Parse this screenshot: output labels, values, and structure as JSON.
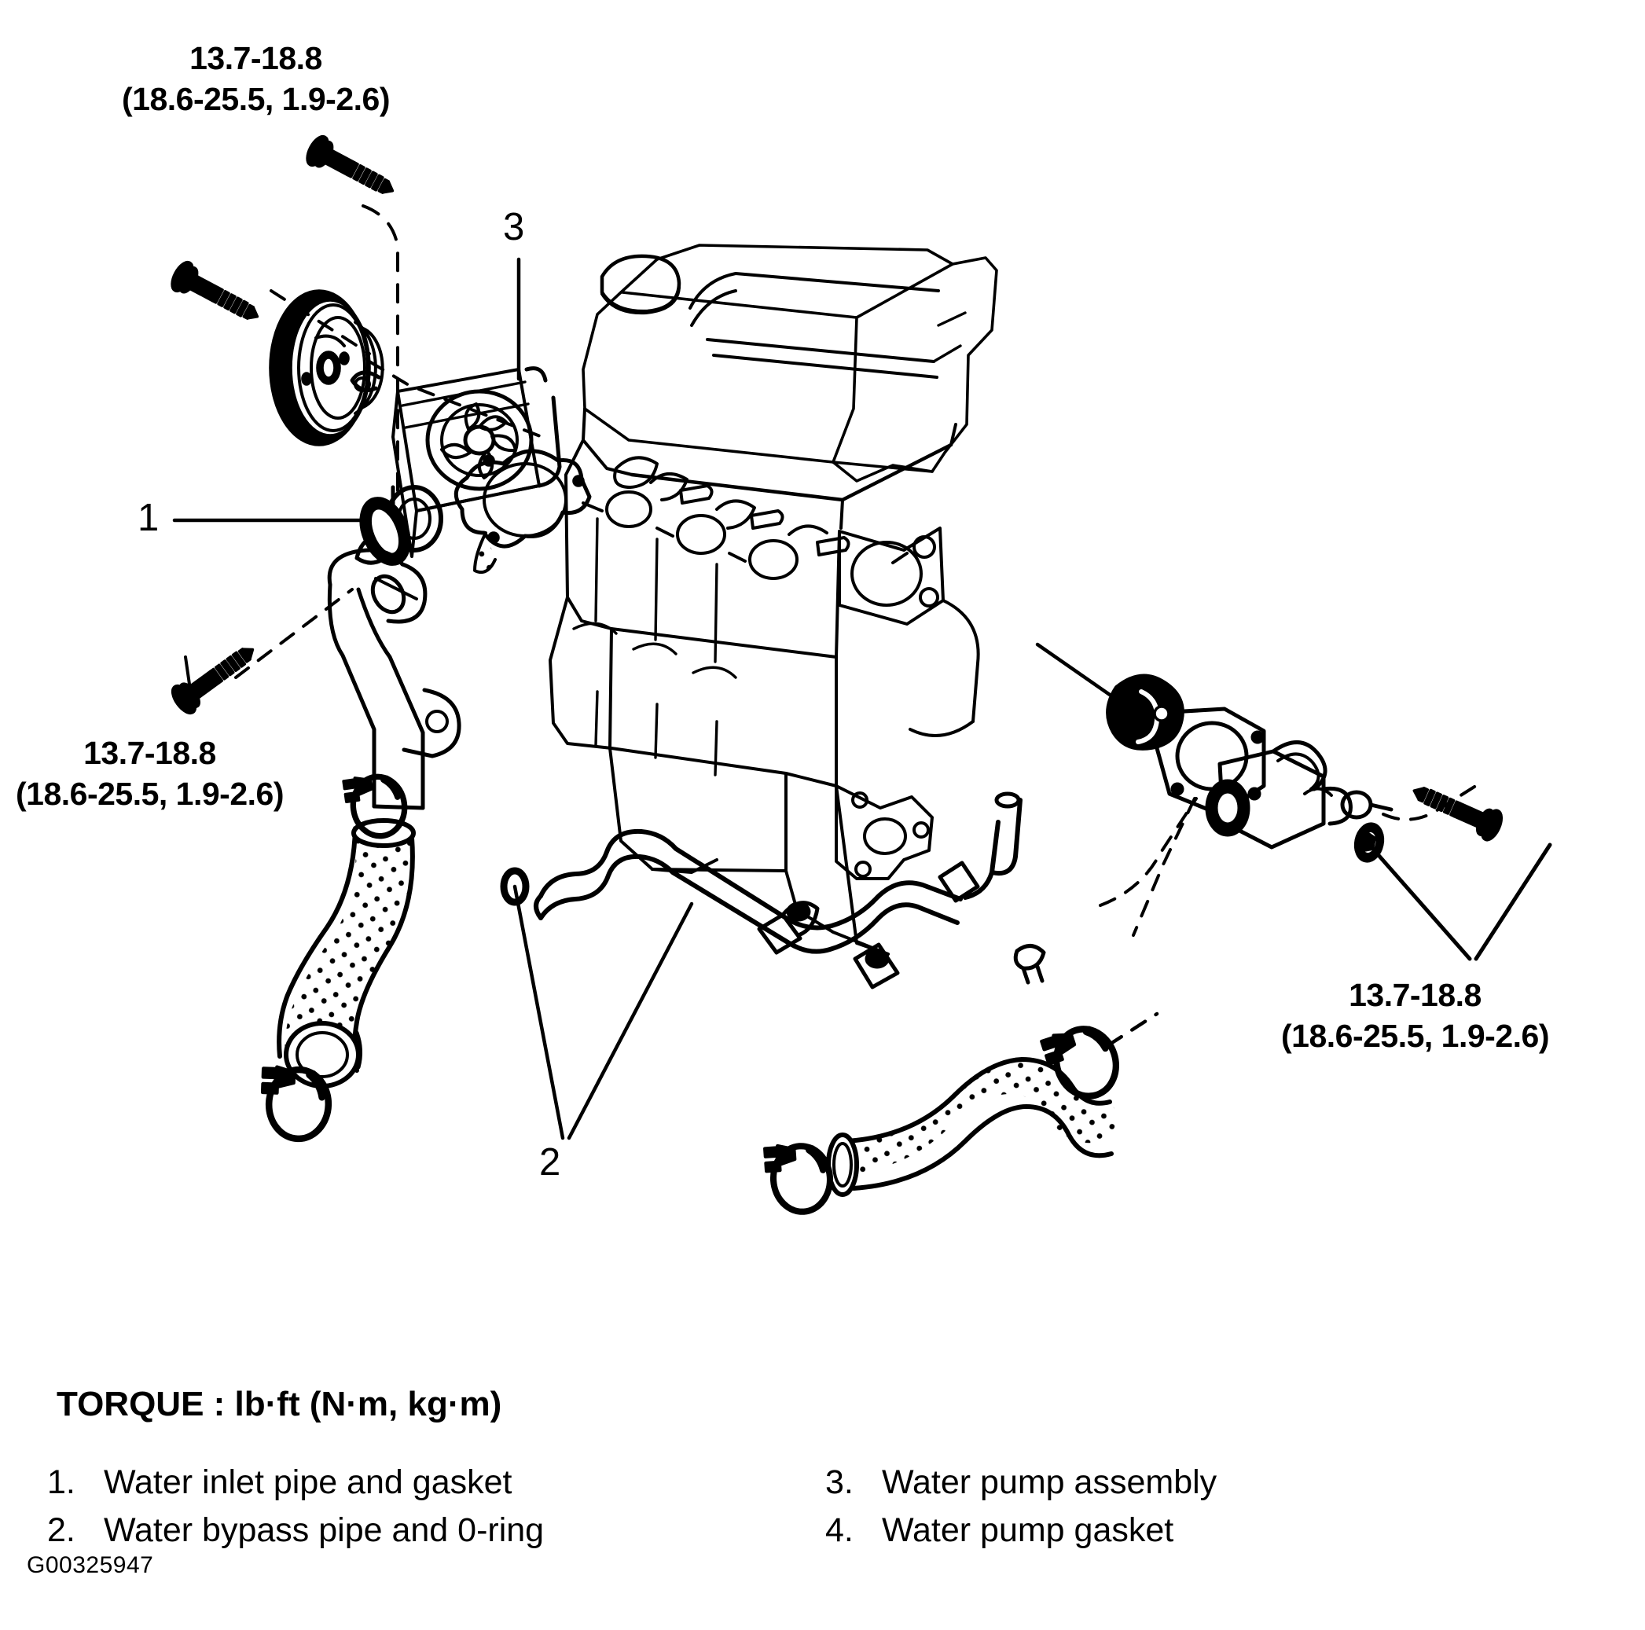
{
  "figure": {
    "id": "G00325947",
    "subject": "Water pump and cooling system exploded view"
  },
  "torque_callouts": [
    {
      "name": "water-pump-bolts",
      "line1": "13.7-18.8",
      "line2": "(18.6-25.5, 1.9-2.6)"
    },
    {
      "name": "water-inlet-pipe-bolt",
      "line1": "13.7-18.8",
      "line2": "(18.6-25.5, 1.9-2.6)"
    },
    {
      "name": "water-outlet-housing-bolts",
      "line1": "13.7-18.8",
      "line2": "(18.6-25.5, 1.9-2.6)"
    }
  ],
  "item_callouts": [
    {
      "number": "1",
      "target": "water-inlet-gasket"
    },
    {
      "number": "2",
      "target": "water-bypass-pipe-and-oring"
    },
    {
      "number": "3",
      "target": "water-pump-assembly"
    }
  ],
  "legend": {
    "title": "TORQUE : lb·ft (N·m, kg·m)",
    "column_left": [
      {
        "num": "1.",
        "label": "Water inlet pipe and gasket"
      },
      {
        "num": "2.",
        "label": "Water bypass pipe and 0-ring"
      }
    ],
    "column_right": [
      {
        "num": "3.",
        "label": "Water pump assembly"
      },
      {
        "num": "4.",
        "label": "Water pump gasket"
      }
    ]
  },
  "colors": {
    "ink": "#000000",
    "paper": "#ffffff"
  }
}
